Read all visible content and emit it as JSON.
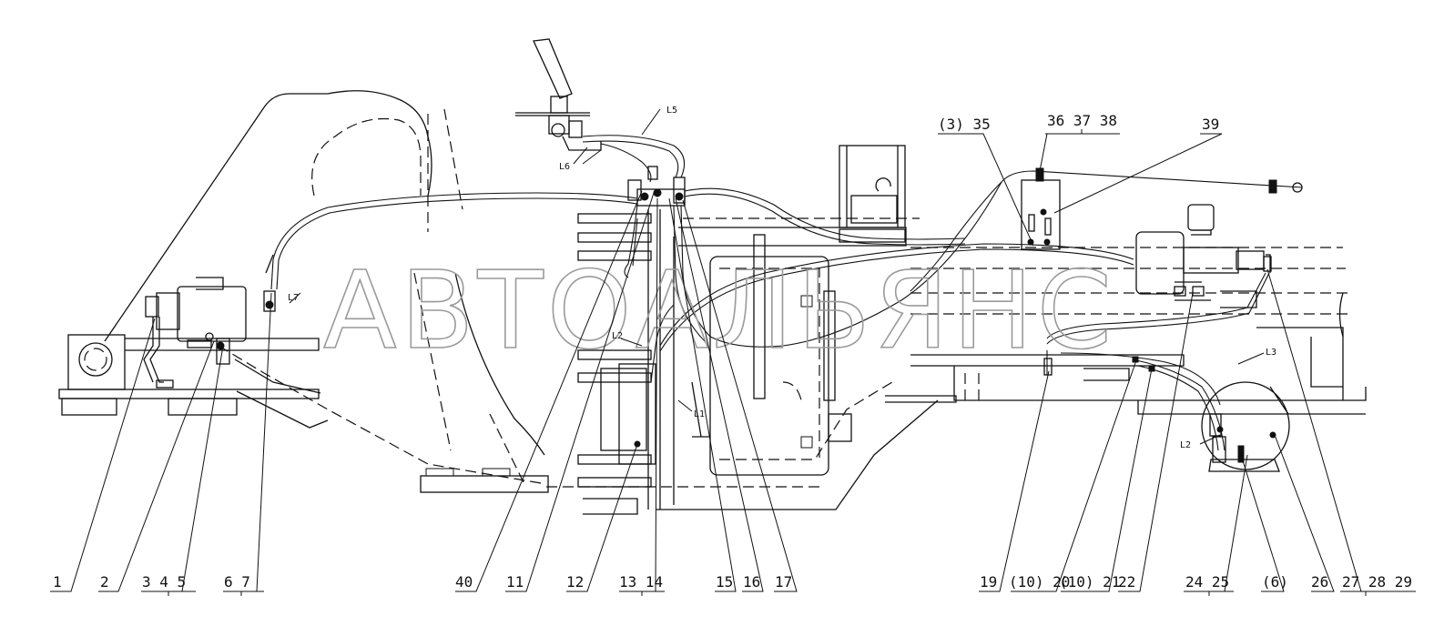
{
  "watermark": "АВТОАЛЬЯНС",
  "callouts": [
    "1",
    "2",
    "3 4 5",
    "6 7",
    "40",
    "11",
    "12",
    "13 14",
    "15",
    "16",
    "17",
    "19",
    "(10) 20",
    "(10) 21",
    "22",
    "24 25",
    "(6)",
    "26",
    "27 28 29",
    "(3) 35",
    "36 37 38",
    "39"
  ],
  "line_labels": [
    "L1",
    "L2",
    "L2",
    "L3",
    "L5",
    "L6",
    "L7"
  ]
}
